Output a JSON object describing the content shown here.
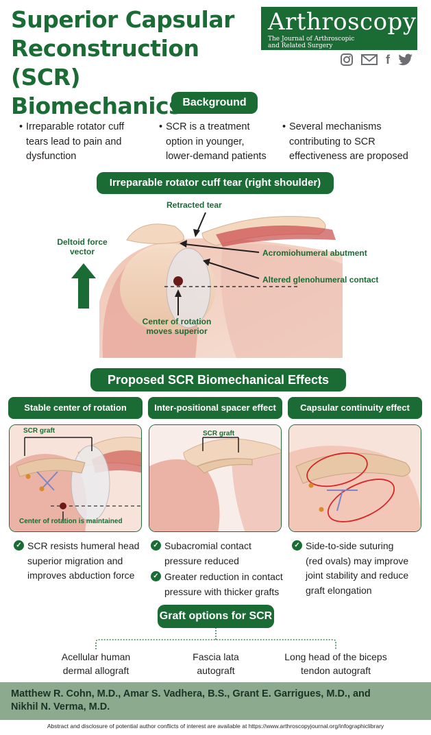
{
  "header": {
    "title_lines": [
      "Superior Capsular",
      "Reconstruction (SCR)",
      "Biomechanics"
    ],
    "journal_name": "Arthroscopy",
    "journal_sub_1": "The Journal of Arthroscopic",
    "journal_sub_2": "and Related Surgery",
    "social_icons": [
      "instagram-icon",
      "mail-icon",
      "facebook-icon",
      "twitter-icon"
    ],
    "facebook_glyph": "f"
  },
  "background": {
    "heading": "Background",
    "bullets": [
      [
        "Irreparable rotator cuff",
        "tears lead to pain and",
        "dysfunction"
      ],
      [
        "SCR is a treatment",
        "option in younger,",
        "lower-demand patients"
      ],
      [
        "Several mechanisms",
        "contributing to SCR",
        "effectiveness are proposed"
      ]
    ]
  },
  "tear": {
    "heading": "Irreparable rotator cuff tear (right shoulder)",
    "labels": {
      "retracted_tear": "Retracted tear",
      "deltoid_1": "Deltoid force",
      "deltoid_2": "vector",
      "acromiohumeral": "Acromiohumeral abutment",
      "glenohumeral": "Altered glenohumeral contact",
      "center_1": "Center of rotation",
      "center_2": "moves superior"
    }
  },
  "effects": {
    "heading": "Proposed SCR Biomechanical Effects",
    "columns": [
      {
        "title": "Stable center of rotation",
        "graft_label": "SCR graft",
        "panel_label": "Center of rotation is maintained",
        "checks": [
          [
            "SCR resists humeral head",
            "superior migration and",
            "improves abduction force"
          ]
        ]
      },
      {
        "title": "Inter-positional spacer effect",
        "graft_label": "SCR graft",
        "checks": [
          [
            "Subacromial contact",
            "pressure reduced"
          ],
          [
            "Greater reduction in contact",
            "pressure with thicker grafts"
          ]
        ]
      },
      {
        "title": "Capsular continuity effect",
        "checks": [
          [
            "Side-to-side suturing",
            "(red ovals) may improve",
            "joint stability and reduce",
            "graft elongation"
          ]
        ]
      }
    ]
  },
  "graft_options": {
    "heading": "Graft options for SCR",
    "options": [
      [
        "Acellular human",
        "dermal allograft"
      ],
      [
        "Fascia lata",
        "autograft"
      ],
      [
        "Long head of the biceps",
        "tendon autograft"
      ]
    ]
  },
  "authors": [
    "Matthew R. Cohn, M.D., Amar S. Vadhera, B.S., Grant E. Garrigues, M.D., and",
    "Nikhil N. Verma, M.D."
  ],
  "footer": "Abstract and disclosure of potential author conflicts of interest are available at https://www.arthroscopyjournal.org/infographiclibrary",
  "colors": {
    "brand_green": "#1b6b35",
    "author_band": "#8cab8e",
    "muscle_red": "#c94a4a",
    "bone": "#f1d6bf"
  }
}
